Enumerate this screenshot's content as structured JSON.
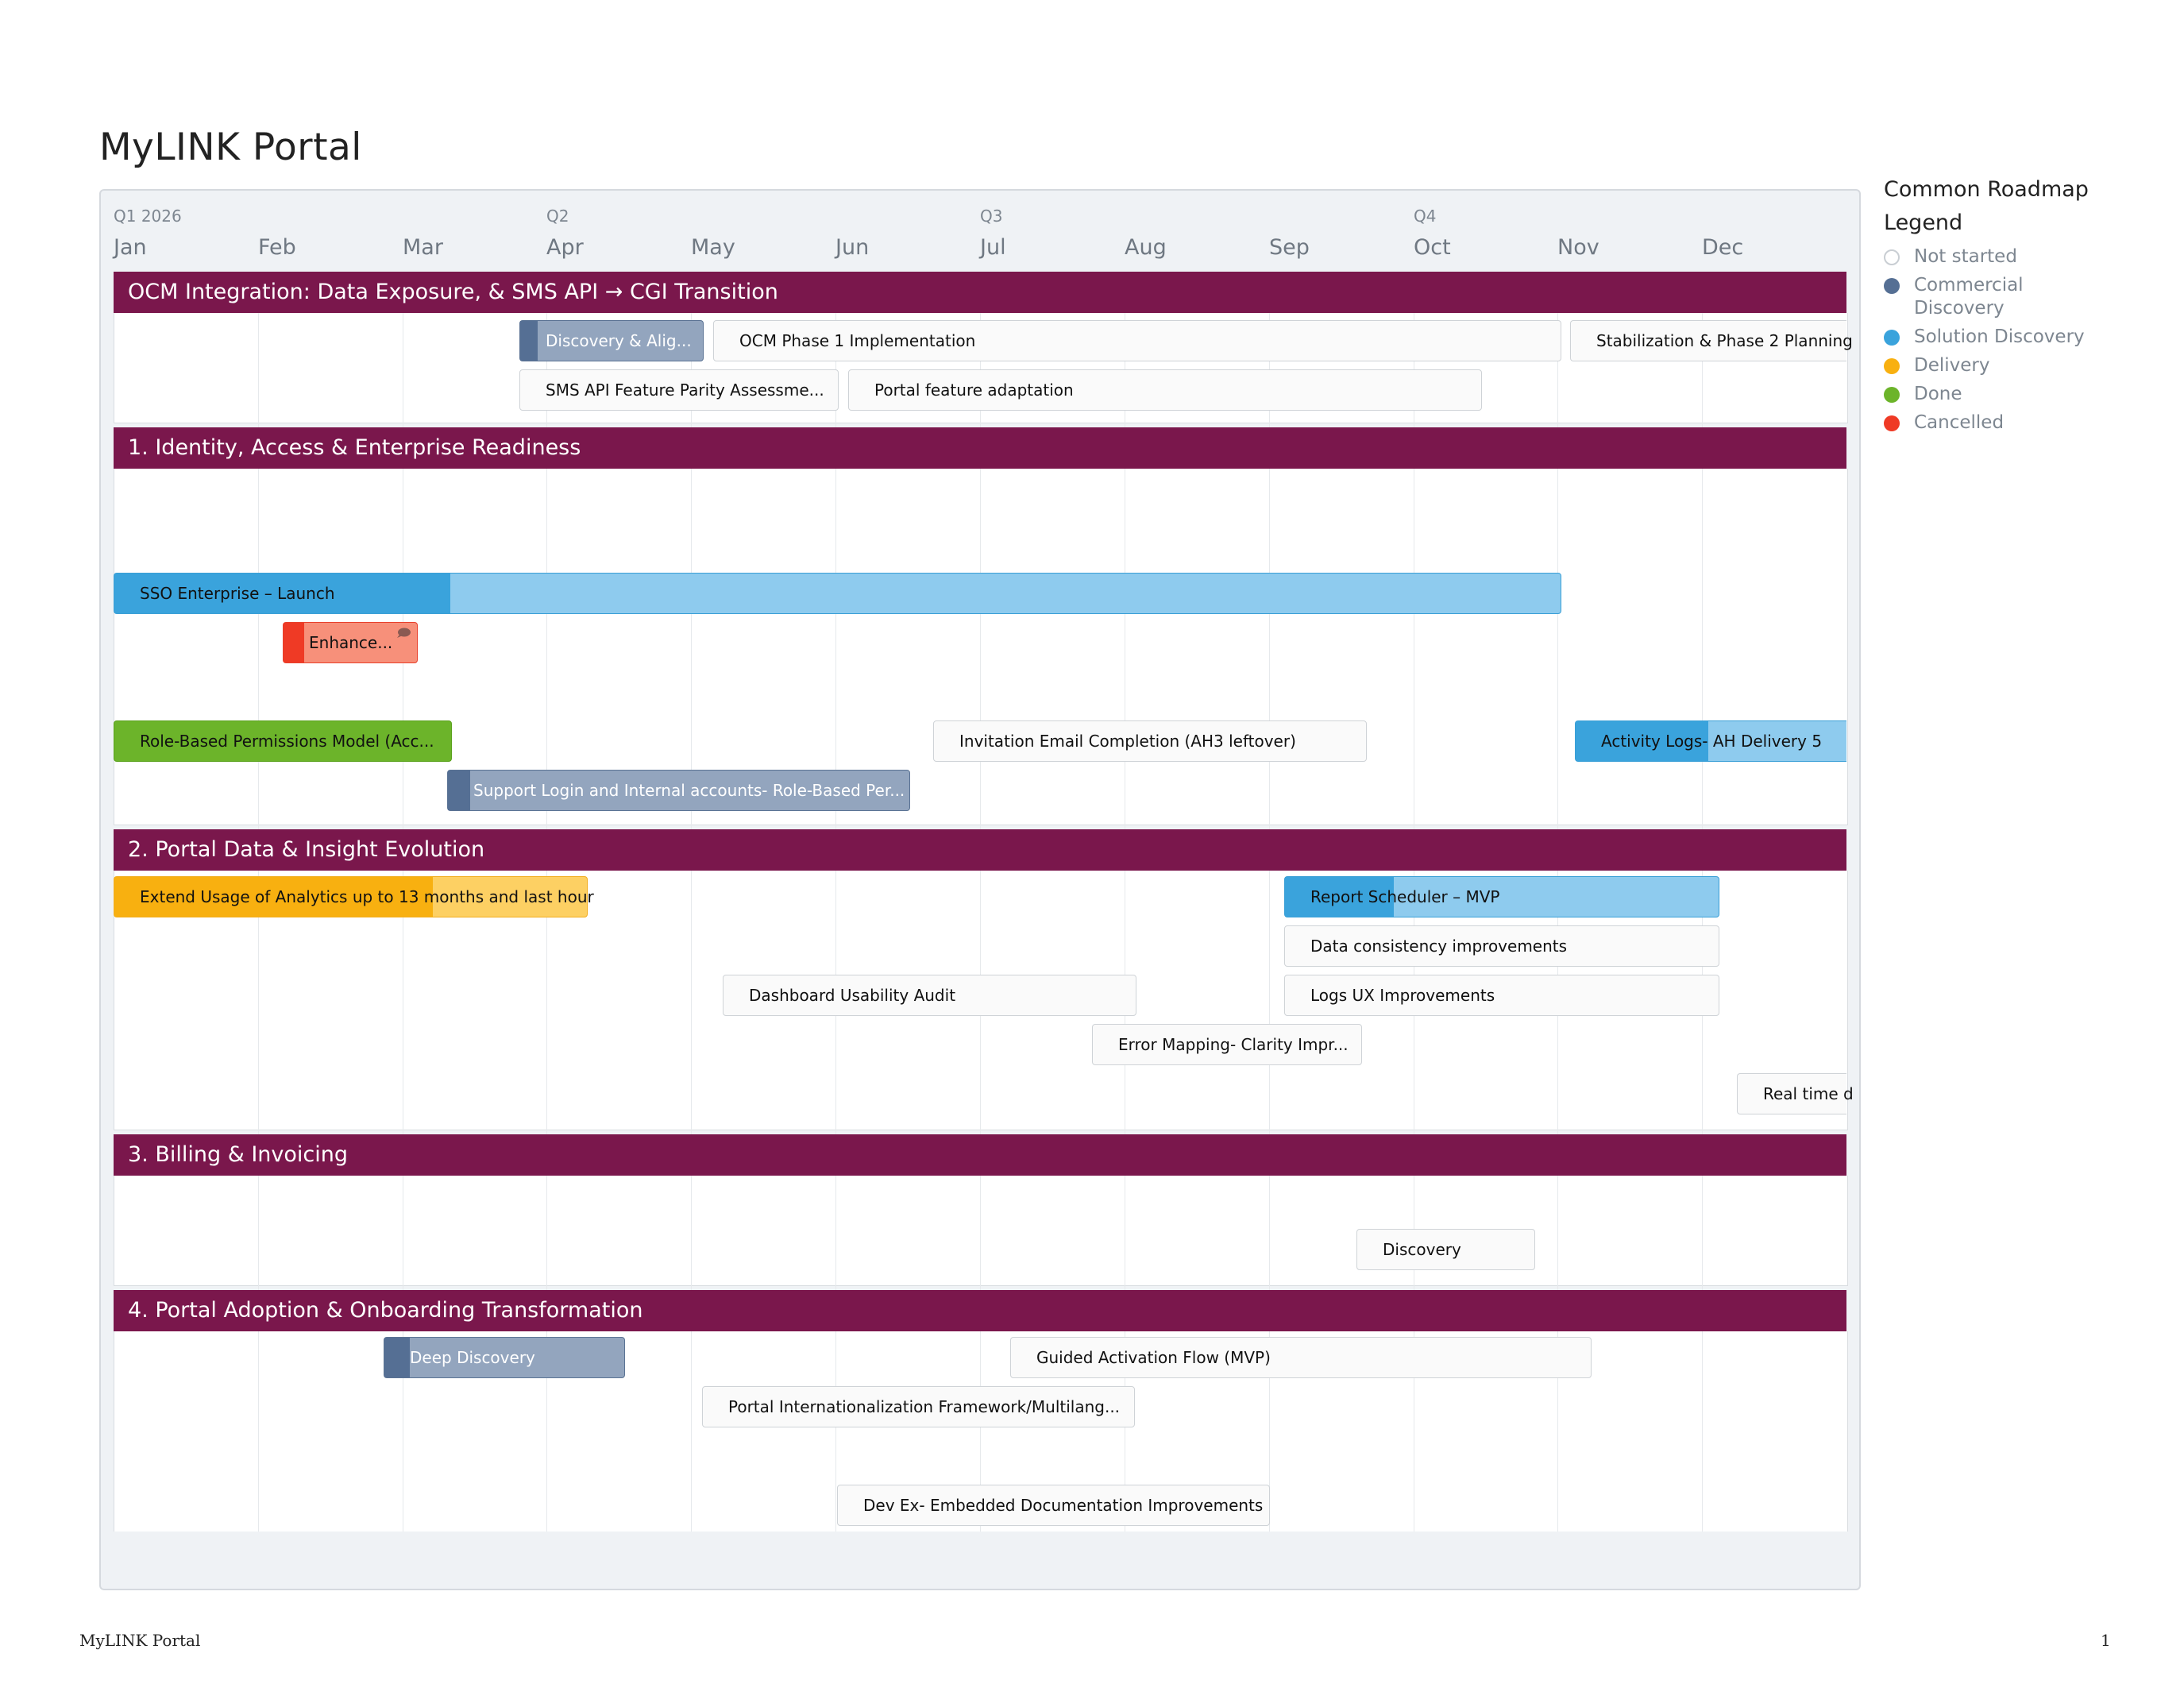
{
  "page": {
    "title": "MyLINK Portal"
  },
  "timeline": {
    "quarters": [
      "Q1 2026",
      "Q2",
      "Q3",
      "Q4"
    ],
    "months": [
      "Jan",
      "Feb",
      "Mar",
      "Apr",
      "May",
      "Jun",
      "Jul",
      "Aug",
      "Sep",
      "Oct",
      "Nov",
      "Dec"
    ]
  },
  "lanes": [
    {
      "title": "OCM Integration: Data Exposure, & SMS API → CGI Transition",
      "items": [
        {
          "label": "Discovery & Alig...",
          "status": "commercial_discovery"
        },
        {
          "label": "OCM Phase 1 Implementation",
          "status": "not_started"
        },
        {
          "label": "Stabilization & Phase 2 Planning",
          "status": "not_started"
        },
        {
          "label": "SMS API Feature Parity Assessme...",
          "status": "not_started"
        },
        {
          "label": "Portal feature adaptation",
          "status": "not_started"
        }
      ]
    },
    {
      "title": "1. Identity, Access & Enterprise Readiness",
      "items": [
        {
          "label": "SSO Enterprise – Launch",
          "status": "solution_discovery"
        },
        {
          "label": "Enhance...",
          "status": "cancelled",
          "comment_icon": "comment-icon"
        },
        {
          "label": "Role-Based Permissions Model (Acc...",
          "status": "done"
        },
        {
          "label": "Invitation Email Completion (AH3 leftover)",
          "status": "not_started"
        },
        {
          "label": "Activity Logs- AH Delivery 5",
          "status": "solution_discovery"
        },
        {
          "label": "Support Login and Internal accounts- Role-Based Per...",
          "status": "commercial_discovery"
        }
      ]
    },
    {
      "title": "2. Portal Data & Insight Evolution",
      "items": [
        {
          "label": "Extend Usage of Analytics up to 13 months and last hour",
          "status": "delivery"
        },
        {
          "label": "Report Scheduler – MVP",
          "status": "solution_discovery"
        },
        {
          "label": "Data consistency improvements",
          "status": "not_started"
        },
        {
          "label": "Dashboard Usability Audit",
          "status": "not_started"
        },
        {
          "label": "Logs UX Improvements",
          "status": "not_started"
        },
        {
          "label": "Error Mapping- Clarity Impr...",
          "status": "not_started"
        },
        {
          "label": "Real time d",
          "status": "not_started"
        }
      ]
    },
    {
      "title": "3. Billing & Invoicing",
      "items": [
        {
          "label": "Discovery",
          "status": "not_started"
        }
      ]
    },
    {
      "title": "4. Portal Adoption & Onboarding Transformation",
      "items": [
        {
          "label": "Deep Discovery",
          "status": "commercial_discovery"
        },
        {
          "label": "Guided Activation Flow (MVP)",
          "status": "not_started"
        },
        {
          "label": "Portal Internationalization Framework/Multilang...",
          "status": "not_started"
        },
        {
          "label": "Dev Ex- Embedded Documentation Improvements",
          "status": "not_started"
        }
      ]
    }
  ],
  "legend": {
    "title": "Common Roadmap Legend",
    "items": [
      {
        "label": "Not started",
        "color": "#ffffff",
        "border": "#c9ced3"
      },
      {
        "label": "Commercial Discovery",
        "color": "#556f94",
        "border": "#556f94"
      },
      {
        "label": "Solution Discovery",
        "color": "#3aa3dc",
        "border": "#3aa3dc"
      },
      {
        "label": "Delivery",
        "color": "#f8b010",
        "border": "#f8b010"
      },
      {
        "label": "Done",
        "color": "#6cb42a",
        "border": "#6cb42a"
      },
      {
        "label": "Cancelled",
        "color": "#ef3a25",
        "border": "#ef3a25"
      }
    ]
  },
  "footer": {
    "left": "MyLINK Portal",
    "right": "1"
  },
  "colors": {
    "lane_header": "#7a174c",
    "board_background": "#eff2f5"
  }
}
